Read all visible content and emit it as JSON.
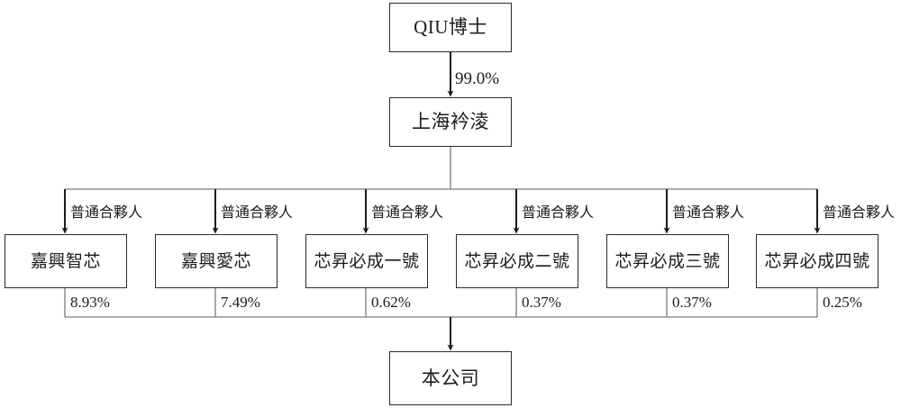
{
  "diagram": {
    "type": "org-ownership-chart",
    "root": {
      "label": "QIU博士",
      "edge_to_child": {
        "label": "99.0%",
        "target": "上海衿淩"
      }
    },
    "holding": {
      "label": "上海衿淩"
    },
    "partnerships": [
      {
        "label": "嘉興智芯",
        "role": "普通合夥人",
        "pct": "8.93%"
      },
      {
        "label": "嘉興愛芯",
        "role": "普通合夥人",
        "pct": "7.49%"
      },
      {
        "label": "芯昇必成一號",
        "role": "普通合夥人",
        "pct": "0.62%"
      },
      {
        "label": "芯昇必成二號",
        "role": "普通合夥人",
        "pct": "0.37%"
      },
      {
        "label": "芯昇必成三號",
        "role": "普通合夥人",
        "pct": "0.37%"
      },
      {
        "label": "芯昇必成四號",
        "role": "普通合夥人",
        "pct": "0.25%"
      }
    ],
    "company": {
      "label": "本公司"
    },
    "colors": {
      "box_border": "#2b2b2b",
      "wire": "#5a5a5a",
      "arrow": "#1c1c1c",
      "text": "#1c1c1c",
      "background": "#ffffff"
    }
  }
}
